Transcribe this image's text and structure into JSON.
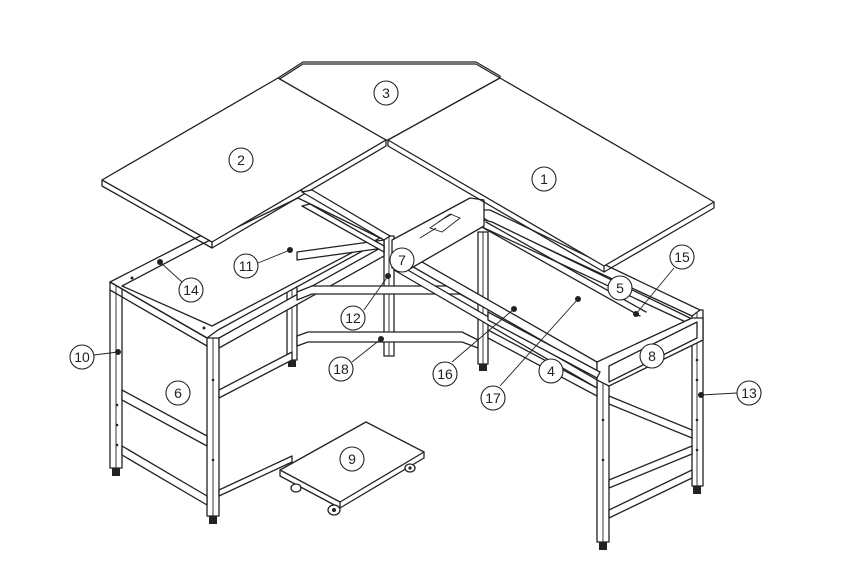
{
  "diagram": {
    "type": "exploded-assembly",
    "line_color": "#222222",
    "background": "#ffffff",
    "callouts": [
      {
        "id": "c1",
        "label": "1"
      },
      {
        "id": "c2",
        "label": "2"
      },
      {
        "id": "c3",
        "label": "3"
      },
      {
        "id": "c4",
        "label": "4"
      },
      {
        "id": "c5",
        "label": "5"
      },
      {
        "id": "c6",
        "label": "6"
      },
      {
        "id": "c7",
        "label": "7"
      },
      {
        "id": "c8",
        "label": "8"
      },
      {
        "id": "c9",
        "label": "9"
      },
      {
        "id": "c10",
        "label": "10"
      },
      {
        "id": "c11",
        "label": "11"
      },
      {
        "id": "c12",
        "label": "12"
      },
      {
        "id": "c13",
        "label": "13"
      },
      {
        "id": "c14",
        "label": "14"
      },
      {
        "id": "c15",
        "label": "15"
      },
      {
        "id": "c16",
        "label": "16"
      },
      {
        "id": "c17",
        "label": "17"
      },
      {
        "id": "c18",
        "label": "18"
      }
    ]
  }
}
